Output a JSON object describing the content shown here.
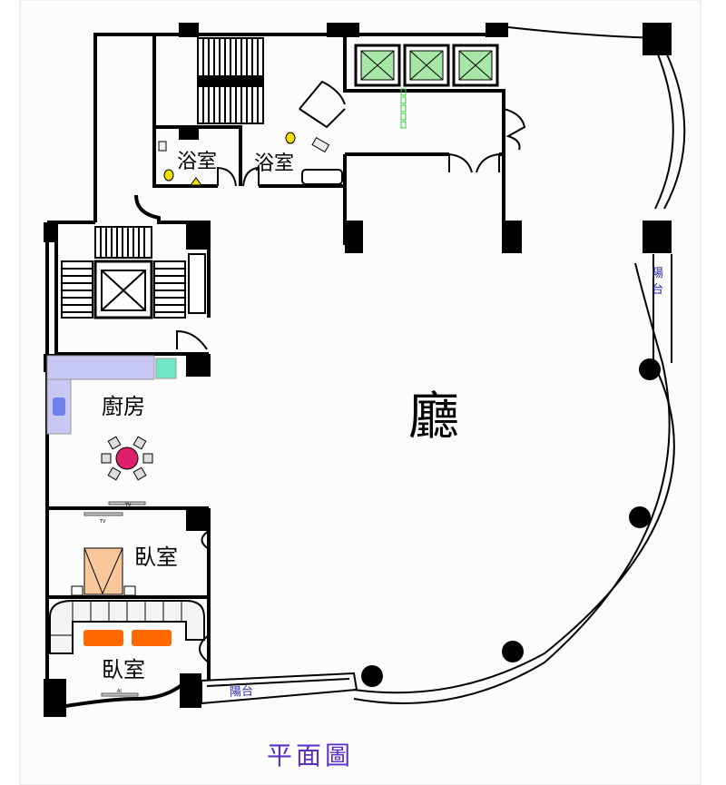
{
  "title": "平面圖",
  "rooms": {
    "bath1": "浴室",
    "bath2": "浴室",
    "kitchen": "廚房",
    "hall": "廳",
    "bedroom1": "臥室",
    "bedroom2": "臥室",
    "balcony_right": "陽台",
    "balcony_bottom": "陽台"
  },
  "fixtures": {
    "tv1": "TV",
    "tv2": "TV",
    "ac": "AI"
  },
  "colors": {
    "title": "#5a2fc8",
    "balcony_text": "#2a2ab0",
    "kitchen_counter": "#c8c8f4",
    "table": "#e0206a",
    "bed": "#f8c89a",
    "sofa_cushion": "#ff6a00",
    "elevator": "#a6e6a6"
  }
}
